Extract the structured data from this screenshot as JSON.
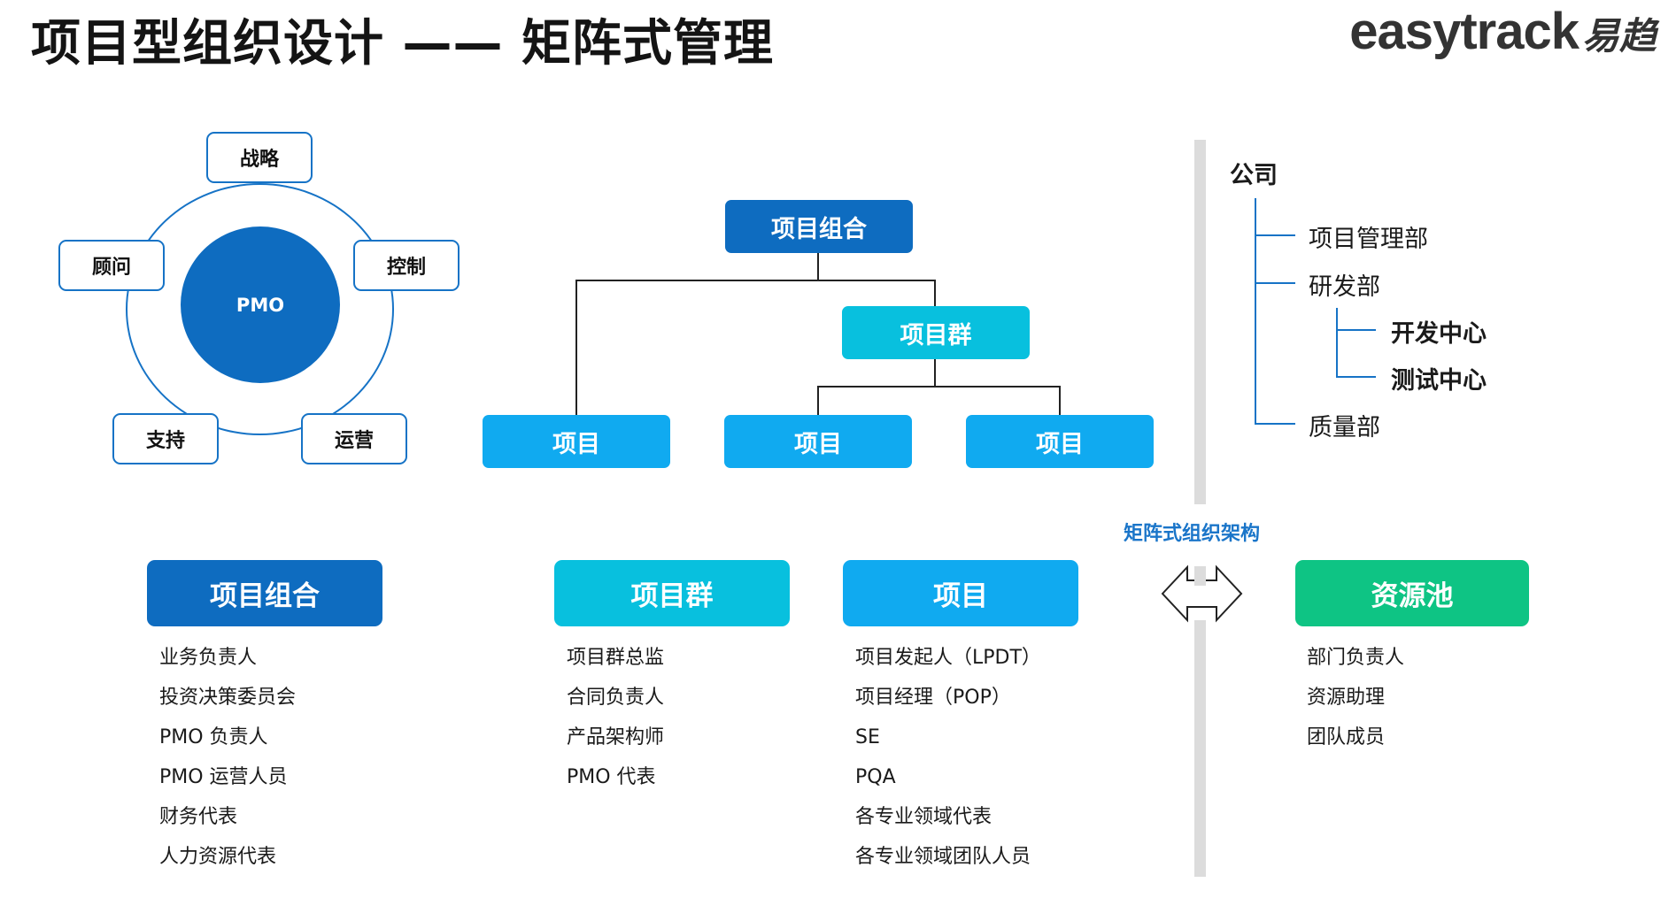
{
  "title": "项目型组织设计 —— 矩阵式管理",
  "logo": {
    "en": "easytrack",
    "cn": "易趋"
  },
  "pmo_wheel": {
    "center": "PMO",
    "petals": [
      "战略",
      "控制",
      "运营",
      "支持",
      "顾问"
    ]
  },
  "org_tree": {
    "root": "项目组合",
    "group": "项目群",
    "projects": [
      "项目",
      "项目",
      "项目"
    ]
  },
  "company_tree": {
    "root": "公司",
    "departments": [
      "项目管理部",
      "研发部",
      "质量部"
    ],
    "rd_centers": [
      "开发中心",
      "测试中心"
    ]
  },
  "matrix_label": "矩阵式组织架构",
  "roles": {
    "portfolio": {
      "title": "项目组合",
      "items": [
        "业务负责人",
        "投资决策委员会",
        "PMO 负责人",
        "PMO 运营人员",
        "财务代表",
        "人力资源代表"
      ]
    },
    "program": {
      "title": "项目群",
      "items": [
        "项目群总监",
        "合同负责人",
        "产品架构师",
        "PMO 代表"
      ]
    },
    "project": {
      "title": "项目",
      "items": [
        "项目发起人（LPDT）",
        "项目经理（POP）",
        "SE",
        "PQA",
        "各专业领域代表",
        "各专业领域团队人员"
      ]
    },
    "pool": {
      "title": "资源池",
      "items": [
        "部门负责人",
        "资源助理",
        "团队成员"
      ]
    }
  },
  "colors": {
    "dark_blue": "#0e6cc0",
    "cyan": "#08c0de",
    "light_blue": "#10aaf0",
    "green": "#0ec484",
    "label_blue": "#1a75c9"
  }
}
